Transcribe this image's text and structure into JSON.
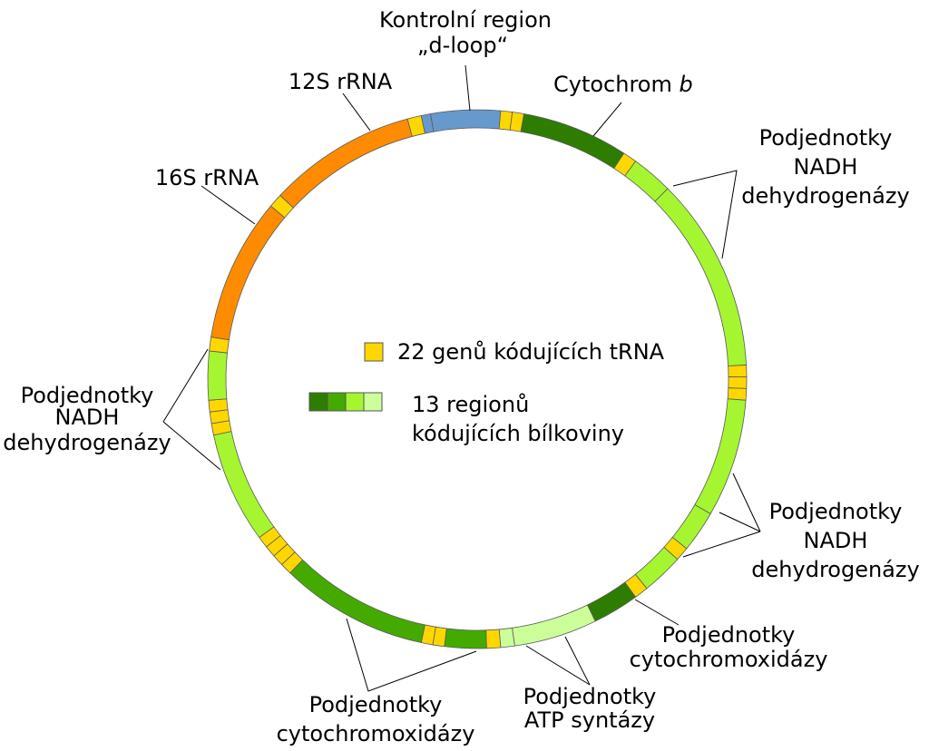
{
  "labels": {
    "control_region": {
      "line1": "Kontrolní region",
      "line2": "„d-loop“"
    },
    "rrna_12s": "12S rRNA",
    "rrna_16s": "16S rRNA",
    "cytochrom_b": {
      "text": "Cytochrom ",
      "italic": "b"
    },
    "nadh_right_top": {
      "line1": "Podjednotky",
      "line2": "NADH",
      "line3": "dehydrogenázy"
    },
    "nadh_left": {
      "line1": "Podjednotky",
      "line2": "NADH",
      "line3": "dehydrogenázy"
    },
    "nadh_right_bottom": {
      "line1": "Podjednotky",
      "line2": "NADH",
      "line3": "dehydrogenázy"
    },
    "cox_right": {
      "line1": "Podjednotky",
      "line2": "cytochromoxidázy"
    },
    "cox_bottom": {
      "line1": "Podjednotky",
      "line2": "cytochromoxidázy"
    },
    "atp": {
      "line1": "Podjednotky",
      "line2": "ATP syntázy"
    }
  },
  "legend": {
    "trna": "22 genů kódujících tRNA",
    "protein_line1": "13 regionů",
    "protein_line2": "kódujících bílkoviny"
  },
  "colors": {
    "trna": "#ffd700",
    "rrna": "#ff8c00",
    "control": "#6699cc",
    "cytb": "#2e7d00",
    "nadh": "#a6f531",
    "cox": "#44aa00",
    "atp": "#ccff99",
    "legend_greens": [
      "#2e7d00",
      "#44aa00",
      "#a6f531",
      "#ccff99"
    ]
  }
}
